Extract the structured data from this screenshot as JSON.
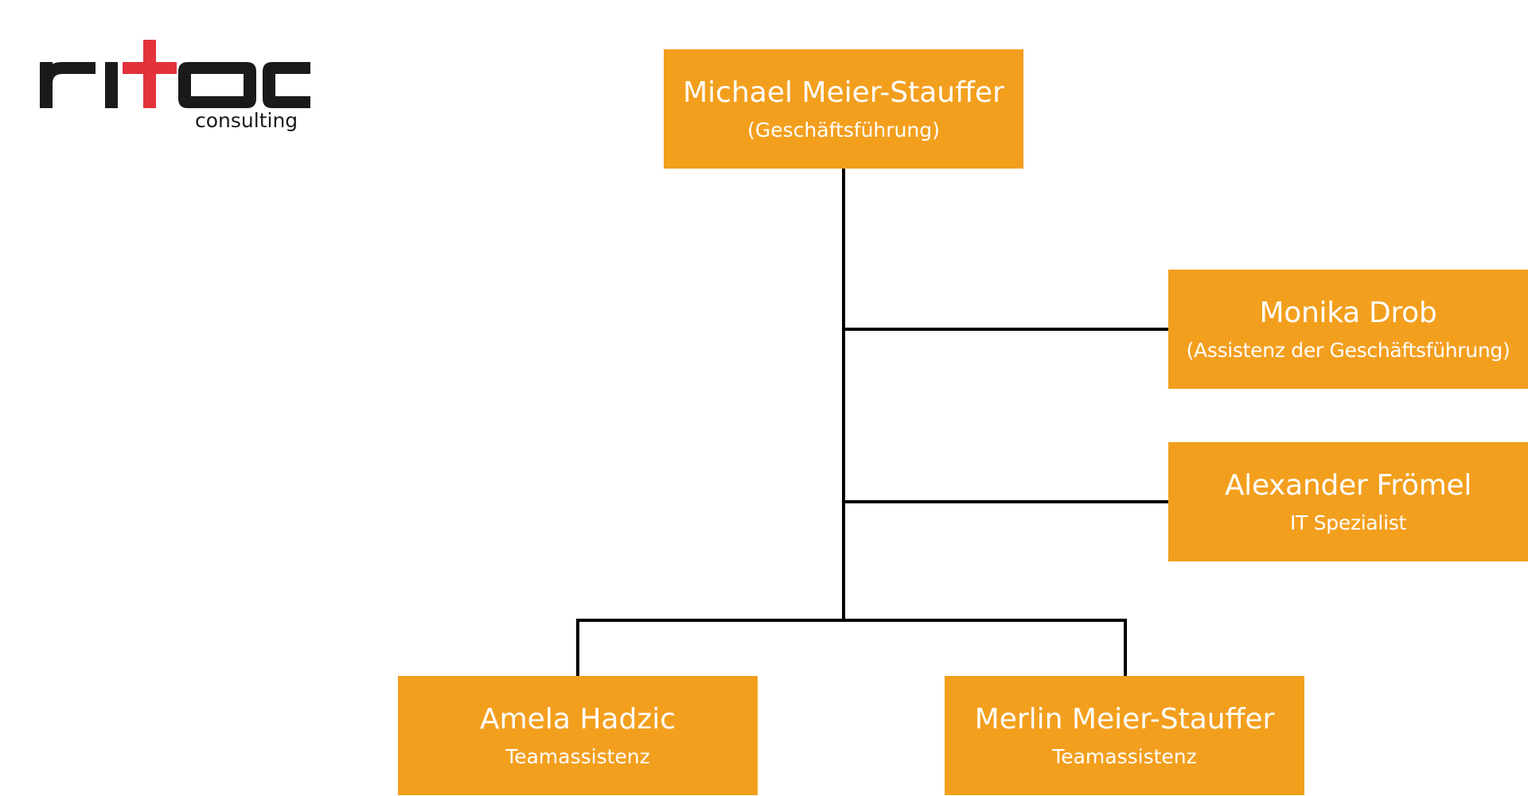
{
  "logo": {
    "wordmark": "ritoc",
    "subtitle": "consulting",
    "colors": {
      "letters": "#1a1a1a",
      "cross": "#e3323c"
    }
  },
  "org_chart": {
    "box_color": "#f39f1e",
    "text_color": "#ffffff",
    "line_color": "#000000",
    "root": {
      "name": "Michael Meier-Stauffer",
      "role": "(Geschäftsführung)"
    },
    "staff": [
      {
        "name": "Monika Drob",
        "role": "(Assistenz der Geschäftsführung)"
      },
      {
        "name": "Alexander Frömel",
        "role": "IT Spezialist"
      }
    ],
    "reports": [
      {
        "name": "Amela Hadzic",
        "role": "Teamassistenz"
      },
      {
        "name": "Merlin Meier-Stauffer",
        "role": "Teamassistenz"
      }
    ]
  }
}
